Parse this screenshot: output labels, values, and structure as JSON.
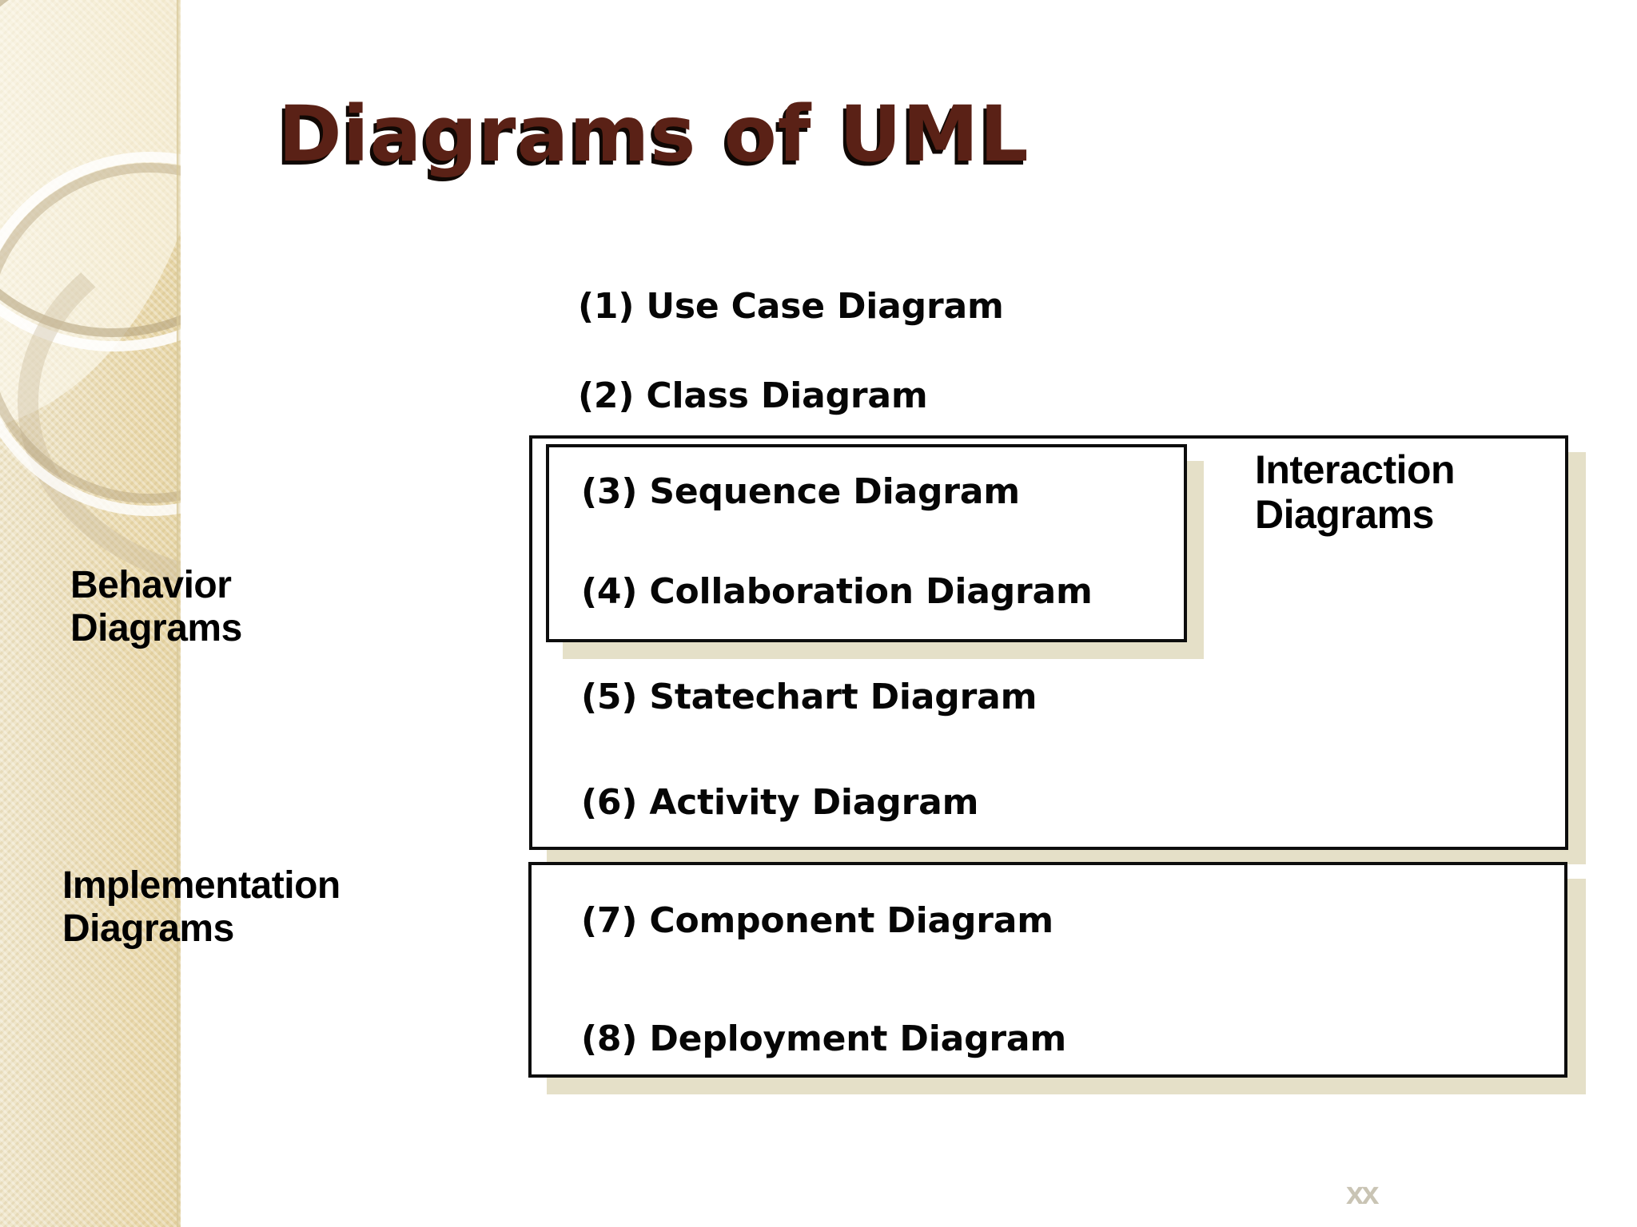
{
  "slide": {
    "title": "Diagrams of UML",
    "title_color": "#5a2116",
    "background_color": "#ffffff",
    "band_color": "#ead9ad",
    "shadow_color": "#e5e0c8",
    "corner_mark": "xx"
  },
  "groups": {
    "behavior_label": "Behavior\nDiagrams",
    "implementation_label": "Implementation\nDiagrams",
    "interaction_label": "Interaction\nDiagrams"
  },
  "diagrams": [
    {
      "index": "(1)",
      "label": "(1) Use Case Diagram",
      "name": "Use Case Diagram"
    },
    {
      "index": "(2)",
      "label": "(2) Class Diagram",
      "name": "Class Diagram"
    },
    {
      "index": "(3)",
      "label": "(3) Sequence Diagram",
      "name": "Sequence Diagram"
    },
    {
      "index": "(4)",
      "label": "(4) Collaboration Diagram",
      "name": "Collaboration Diagram"
    },
    {
      "index": "(5)",
      "label": "(5) Statechart Diagram",
      "name": "Statechart Diagram"
    },
    {
      "index": "(6)",
      "label": "(6) Activity Diagram",
      "name": "Activity Diagram"
    },
    {
      "index": "(7)",
      "label": "(7) Component Diagram",
      "name": "Component Diagram"
    },
    {
      "index": "(8)",
      "label": "(8) Deployment Diagram",
      "name": "Deployment Diagram"
    }
  ]
}
